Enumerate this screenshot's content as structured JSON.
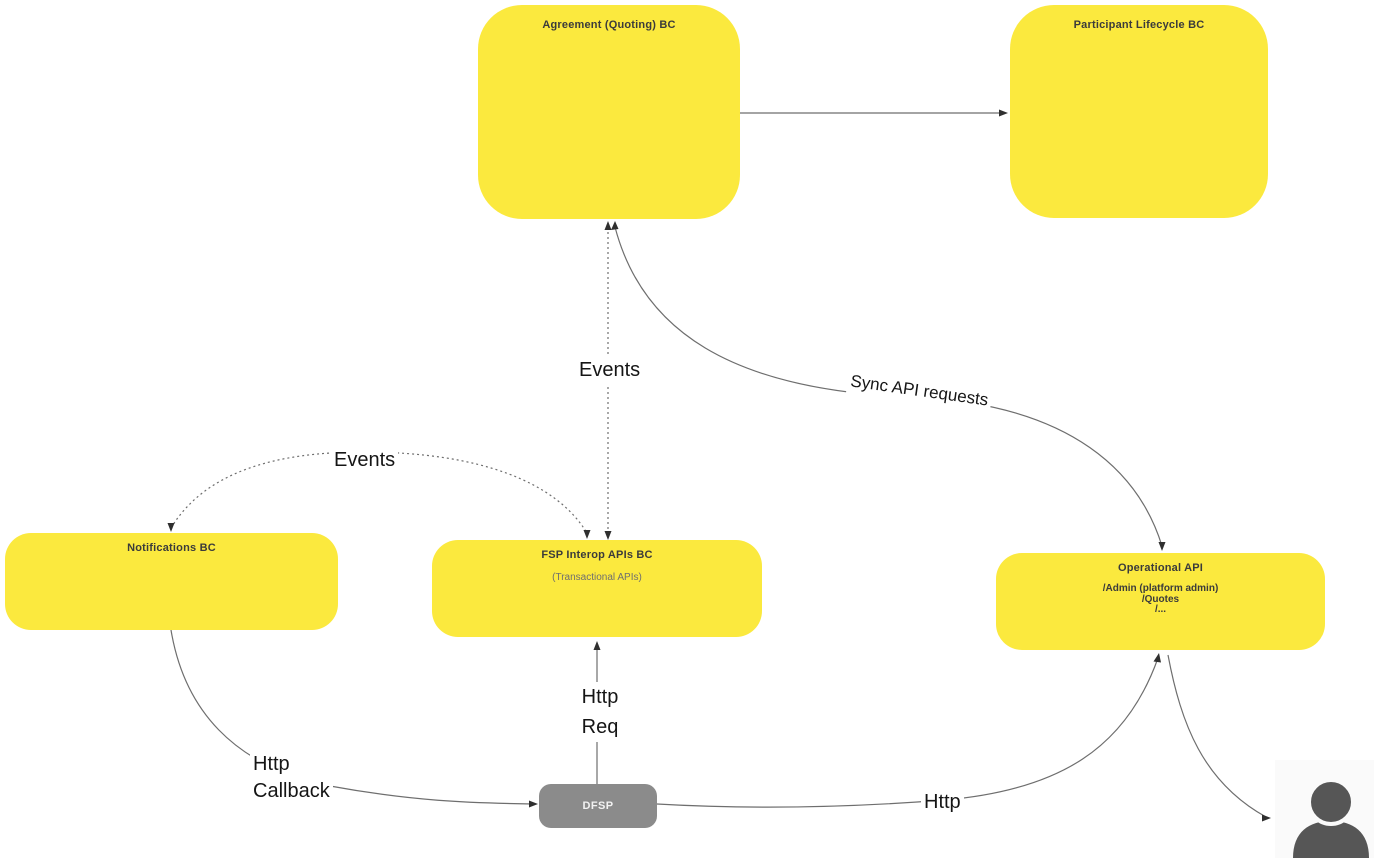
{
  "diagram": {
    "boxes": {
      "agreement": {
        "title": "Agreement (Quoting) BC"
      },
      "participant": {
        "title": "Participant Lifecycle BC"
      },
      "notifications": {
        "title": "Notifications BC"
      },
      "fsp_interop": {
        "title": "FSP Interop APIs BC",
        "subtitle": "(Transactional APIs)"
      },
      "operational": {
        "title": "Operational API",
        "lines": [
          "/Admin (platform admin)",
          "/Quotes",
          "/..."
        ]
      },
      "dfsp": {
        "title": "DFSP"
      }
    },
    "labels": {
      "events_vertical": "Events",
      "events_left": "Events",
      "sync_api": "Sync API requests",
      "http_req_line1": "Http",
      "http_req_line2": "Req",
      "http_callback_line1": "Http",
      "http_callback_line2": "Callback",
      "http": "Http"
    },
    "icons": {
      "actor": "person-icon"
    },
    "colors": {
      "box_yellow": "#fbe93e",
      "box_gray": "#8b8b8b",
      "connector_line": "#6e6e6e",
      "arrowhead": "#2f2f2f",
      "label_text": "#151515",
      "title_text": "#3b3b3b",
      "actor_fill": "#565656",
      "actor_bg": "#fafafa"
    }
  }
}
